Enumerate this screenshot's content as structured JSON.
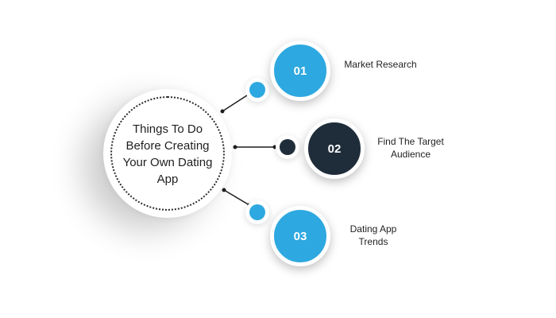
{
  "center": {
    "title": "Things To Do Before Creating Your Own Dating App"
  },
  "steps": [
    {
      "number": "01",
      "label": "Market Research",
      "color": "#2ea8e0"
    },
    {
      "number": "02",
      "label": "Find The Target Audience",
      "color": "#1f2d3a"
    },
    {
      "number": "03",
      "label": "Dating App Trends",
      "color": "#2ea8e0"
    }
  ],
  "colors": {
    "connector": "#1f1f1f",
    "accent": "#2ea8e0",
    "dark": "#1f2d3a"
  }
}
